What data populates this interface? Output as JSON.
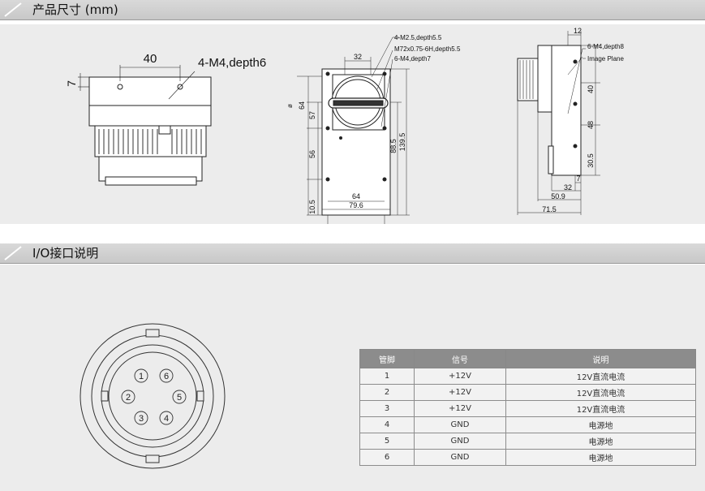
{
  "sections": {
    "dimensions_title": "产品尺寸 (mm)",
    "io_title": "I/O接口说明"
  },
  "drawing": {
    "front": {
      "dim_width": "40",
      "dim_height": "7",
      "hole_label": "4-M4,depth6"
    },
    "back": {
      "dim_top": "32",
      "callout_1": "4-M2.5,depth5.5",
      "callout_2": "M72x0.75-6H,depth5.5",
      "callout_3": "6-M4,depth7",
      "dim_d": "ø",
      "dim_64v": "64",
      "dim_57": "57",
      "dim_56": "56",
      "dim_10_5": "10.5",
      "dim_88_5": "88.5",
      "dim_139_5": "139.5",
      "dim_64h": "64",
      "dim_79_6": "79.6"
    },
    "side": {
      "dim_12": "12",
      "callout_holes": "6-M4,depth8",
      "callout_plane": "Image Plane",
      "dim_40": "40",
      "dim_48": "48",
      "dim_30_5": "30.5",
      "dim_7": "7",
      "dim_32": "32",
      "dim_50_9": "50.9",
      "dim_71_5": "71.5"
    }
  },
  "connector": {
    "pins": [
      "1",
      "2",
      "3",
      "4",
      "5",
      "6"
    ]
  },
  "io_table": {
    "headers": [
      "管脚",
      "信号",
      "说明"
    ],
    "rows": [
      [
        "1",
        "+12V",
        "12V直流电流"
      ],
      [
        "2",
        "+12V",
        "12V直流电流"
      ],
      [
        "3",
        "+12V",
        "12V直流电流"
      ],
      [
        "4",
        "GND",
        "电源地"
      ],
      [
        "5",
        "GND",
        "电源地"
      ],
      [
        "6",
        "GND",
        "电源地"
      ]
    ]
  }
}
